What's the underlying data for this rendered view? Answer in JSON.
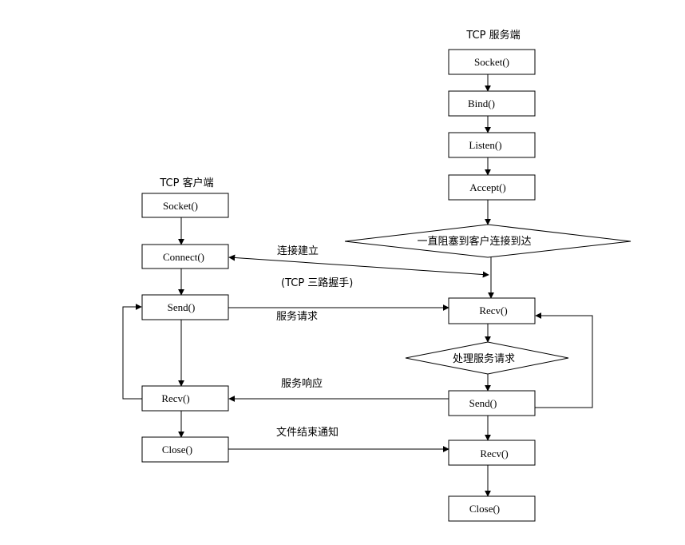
{
  "client": {
    "title": "TCP 客户端",
    "steps": {
      "socket": "Socket()",
      "connect": "Connect()",
      "send": "Send()",
      "recv": "Recv()",
      "close": "Close()"
    }
  },
  "server": {
    "title": "TCP 服务端",
    "steps": {
      "socket": "Socket()",
      "bind": "Bind()",
      "listen": "Listen()",
      "accept": "Accept()",
      "block_until_connect": "一直阻塞到客户连接到达",
      "recv": "Recv()",
      "process_request": "处理服务请求",
      "send": "Send()",
      "recv_end": "Recv()",
      "close": "Close()"
    }
  },
  "edge_labels": {
    "connection_established": "连接建立",
    "three_way_handshake": "(TCP 三路握手)",
    "service_request": "服务请求",
    "service_response": "服务响应",
    "end_of_file_notice": "文件结束通知"
  }
}
